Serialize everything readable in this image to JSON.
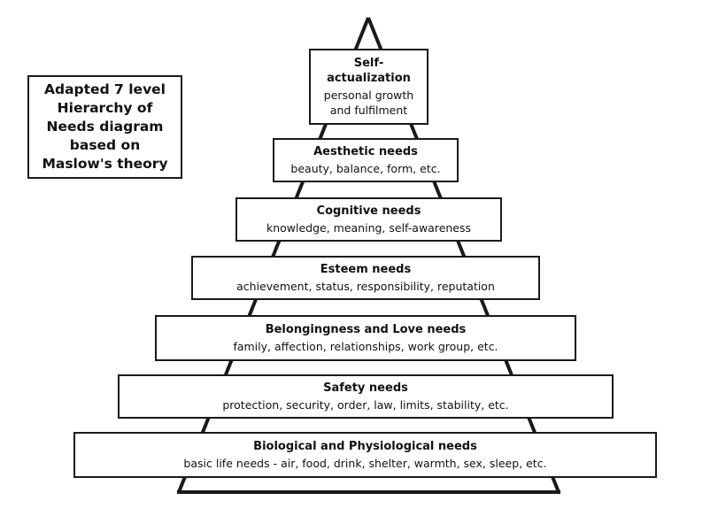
{
  "caption": {
    "lines": [
      "Adapted 7 level",
      "Hierarchy of",
      "Needs diagram",
      "based on",
      "Maslow's theory"
    ]
  },
  "levels": [
    {
      "title": "Biological and Physiological needs",
      "description": "basic life needs - air, food, drink, shelter, warmth, sex, sleep, etc."
    },
    {
      "title": "Safety needs",
      "description": "protection, security, order, law, limits, stability, etc."
    },
    {
      "title": "Belongingness and Love needs",
      "description": "family, affection, relationships, work group, etc."
    },
    {
      "title": "Esteem needs",
      "description": "achievement, status, responsibility, reputation"
    },
    {
      "title": "Cognitive needs",
      "description": "knowledge, meaning, self-awareness"
    },
    {
      "title": "Aesthetic needs",
      "description": "beauty, balance, form, etc."
    },
    {
      "title": "Self-actualization",
      "title_lines": [
        "Self-",
        "actualization"
      ],
      "description_lines": [
        "personal growth",
        "and fulfilment"
      ]
    }
  ]
}
